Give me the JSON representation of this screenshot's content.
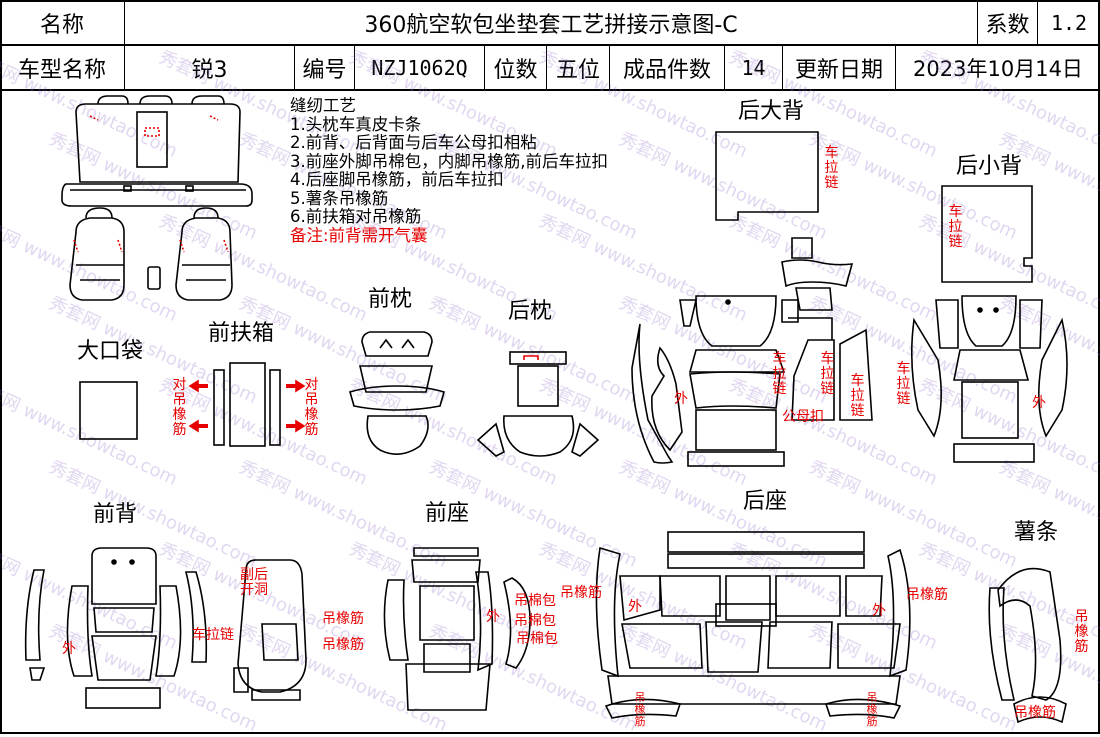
{
  "header": {
    "name_label": "名称",
    "title": "360航空软包坐垫套工艺拼接示意图-C",
    "coef_label": "系数",
    "coef_value": "1.2",
    "model_label": "车型名称",
    "model_value": "锐3",
    "code_label": "编号",
    "code_value": "NZJ1062Q",
    "seat_label": "位数",
    "seat_value": "五位",
    "pieces_label": "成品件数",
    "pieces_value": "14",
    "date_label": "更新日期",
    "date_value": "2023年10月14日"
  },
  "notes": {
    "title": "缝纫工艺",
    "items": [
      "1.头枕车真皮卡条",
      "2.前背、后背面与后车公母扣相粘",
      "3.前座外脚吊棉包，内脚吊橡筋,前后车拉扣",
      "4.后座脚吊橡筋，前后车拉扣",
      "5.薯条吊橡筋",
      "6.前扶箱对吊橡筋"
    ],
    "remark": "备注:前背需开气囊"
  },
  "sections": {
    "rear_big_back": "后大背",
    "rear_small_back": "后小背",
    "front_headrest": "前枕",
    "rear_headrest": "后枕",
    "big_pocket": "大口袋",
    "front_armrest": "前扶箱",
    "front_back": "前背",
    "front_seat": "前座",
    "rear_seat": "后座",
    "strip": "薯条"
  },
  "annotations": {
    "zipper": "车拉链",
    "pair_elastic": "对吊橡筋",
    "outer": "外",
    "snap": "公母扣",
    "airbag_hole": "副后开洞",
    "hang_elastic": "吊橡筋",
    "hang_cotton": "吊棉包"
  },
  "watermark": {
    "text_cn": "秀套网",
    "text_url": "www.showtao.com"
  },
  "colors": {
    "annotation": "#e60000",
    "arrow": "#e60000",
    "line": "#000000"
  }
}
